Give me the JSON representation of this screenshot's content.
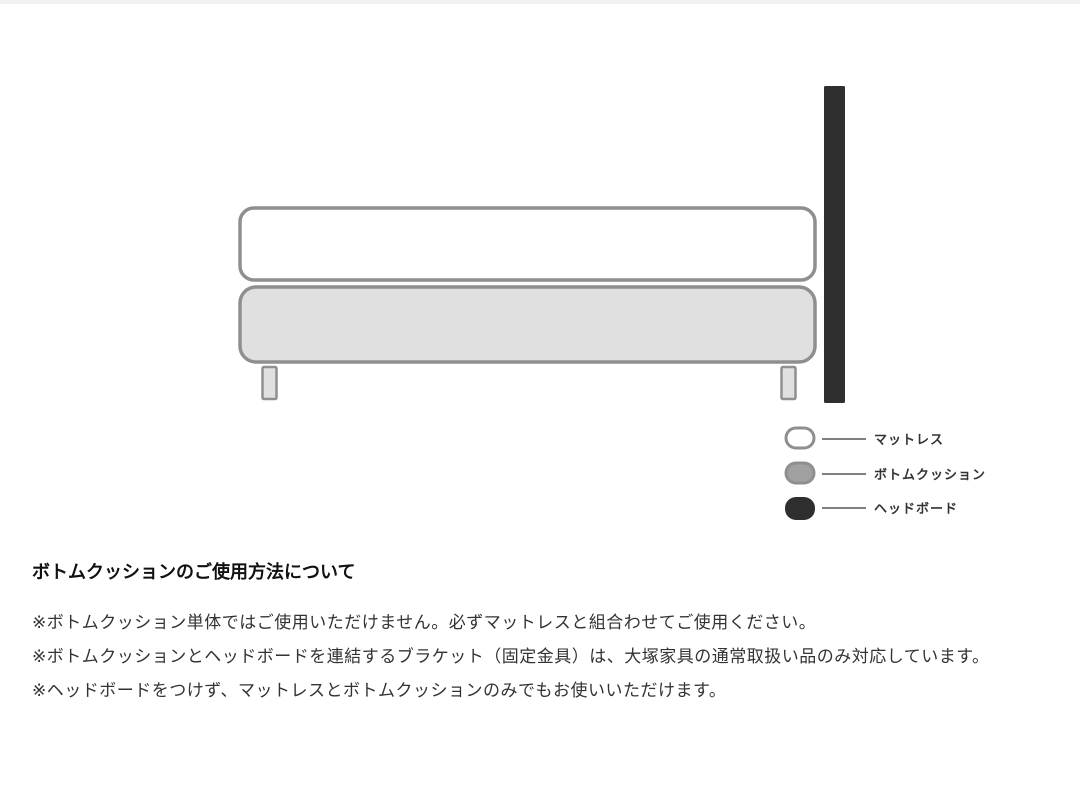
{
  "legend": {
    "items": [
      {
        "label": "マットレス",
        "fill": "#ffffff",
        "stroke": "#8f8f8f"
      },
      {
        "label": "ボトムクッション",
        "fill": "#a0a0a0",
        "stroke": "#8f8f8f"
      },
      {
        "label": "ヘッドボード",
        "fill": "#2f2f2f",
        "stroke": "#2f2f2f"
      }
    ]
  },
  "colors": {
    "outline": "#8f8f8f",
    "cushion_fill": "#e0e0e0",
    "headboard": "#2f2f2f"
  },
  "section": {
    "title": "ボトムクッションのご使用方法について",
    "notes": [
      "※ボトムクッション単体ではご使用いただけません。必ずマットレスと組合わせてご使用ください。",
      "※ボトムクッションとヘッドボードを連結するブラケット（固定金具）は、大塚家具の通常取扱い品のみ対応しています。",
      "※ヘッドボードをつけず、マットレスとボトムクッションのみでもお使いいただけます。"
    ]
  }
}
